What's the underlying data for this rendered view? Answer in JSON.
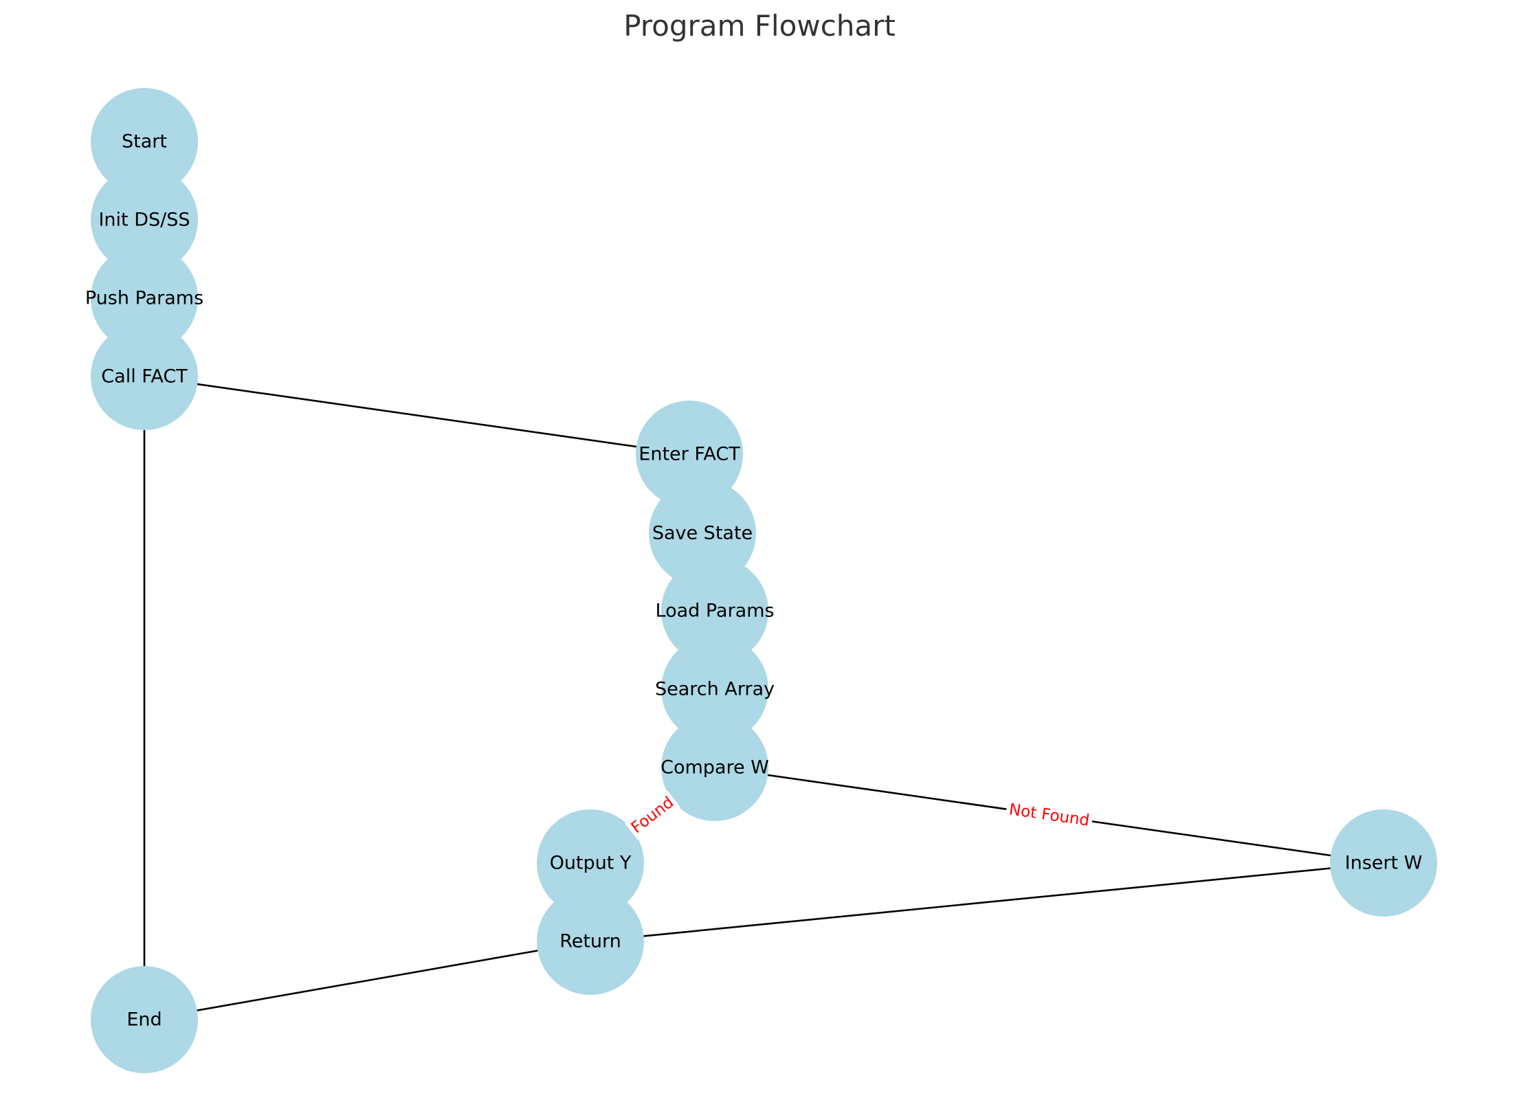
{
  "title": "Program Flowchart",
  "colors": {
    "node_fill": "#add8e6",
    "edge": "#000000",
    "edge_label": "#ff0000",
    "title": "#333333"
  },
  "nodes": [
    {
      "id": "start",
      "label": "Start"
    },
    {
      "id": "init",
      "label": "Init DS/SS"
    },
    {
      "id": "push",
      "label": "Push Params"
    },
    {
      "id": "call",
      "label": "Call FACT"
    },
    {
      "id": "enter",
      "label": "Enter FACT"
    },
    {
      "id": "save",
      "label": "Save State"
    },
    {
      "id": "load",
      "label": "Load Params"
    },
    {
      "id": "search",
      "label": "Search Array"
    },
    {
      "id": "compare",
      "label": "Compare W"
    },
    {
      "id": "output",
      "label": "Output Y"
    },
    {
      "id": "insert",
      "label": "Insert W"
    },
    {
      "id": "return",
      "label": "Return"
    },
    {
      "id": "end",
      "label": "End"
    }
  ],
  "edges": [
    {
      "from": "start",
      "to": "init",
      "label": ""
    },
    {
      "from": "init",
      "to": "push",
      "label": ""
    },
    {
      "from": "push",
      "to": "call",
      "label": ""
    },
    {
      "from": "call",
      "to": "enter",
      "label": ""
    },
    {
      "from": "enter",
      "to": "save",
      "label": ""
    },
    {
      "from": "save",
      "to": "load",
      "label": ""
    },
    {
      "from": "load",
      "to": "search",
      "label": ""
    },
    {
      "from": "search",
      "to": "compare",
      "label": ""
    },
    {
      "from": "compare",
      "to": "output",
      "label": "Found"
    },
    {
      "from": "compare",
      "to": "insert",
      "label": "Not Found"
    },
    {
      "from": "output",
      "to": "return",
      "label": ""
    },
    {
      "from": "insert",
      "to": "return",
      "label": ""
    },
    {
      "from": "return",
      "to": "end",
      "label": ""
    },
    {
      "from": "call",
      "to": "end",
      "label": ""
    }
  ]
}
